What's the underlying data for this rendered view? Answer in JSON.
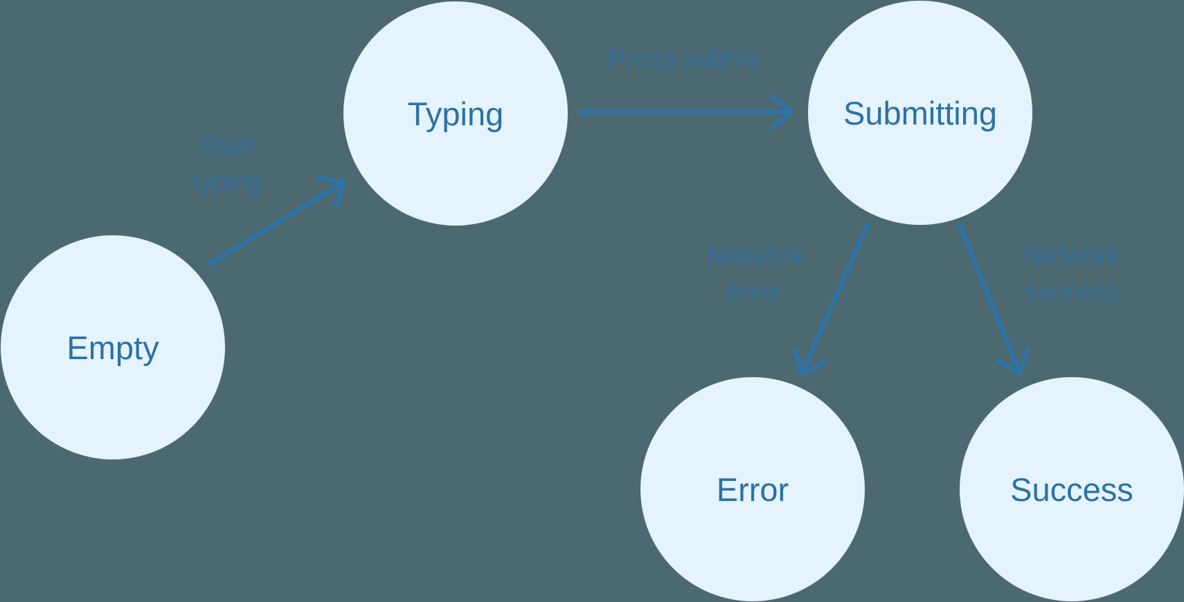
{
  "colors": {
    "background": "#4C6971",
    "node_fill": "#E4F3FC",
    "node_text": "#2C71A6",
    "arrow": "#2E74A6",
    "edge_label_text": "#2C71A6"
  },
  "diagram": {
    "type": "state-machine",
    "nodes": [
      {
        "id": "empty",
        "label": "Empty"
      },
      {
        "id": "typing",
        "label": "Typing"
      },
      {
        "id": "submitting",
        "label": "Submitting"
      },
      {
        "id": "error",
        "label": "Error"
      },
      {
        "id": "success",
        "label": "Success"
      }
    ],
    "edges": [
      {
        "from": "empty",
        "to": "typing",
        "label": "Start typing",
        "label_line1": "Start",
        "label_line2": "typing"
      },
      {
        "from": "typing",
        "to": "submitting",
        "label": "Press submit",
        "label_line1": "Press submit"
      },
      {
        "from": "submitting",
        "to": "error",
        "label": "Network error",
        "label_line1": "Network",
        "label_line2": "error"
      },
      {
        "from": "submitting",
        "to": "success",
        "label": "Network success",
        "label_line1": "Network",
        "label_line2": "success"
      }
    ]
  }
}
